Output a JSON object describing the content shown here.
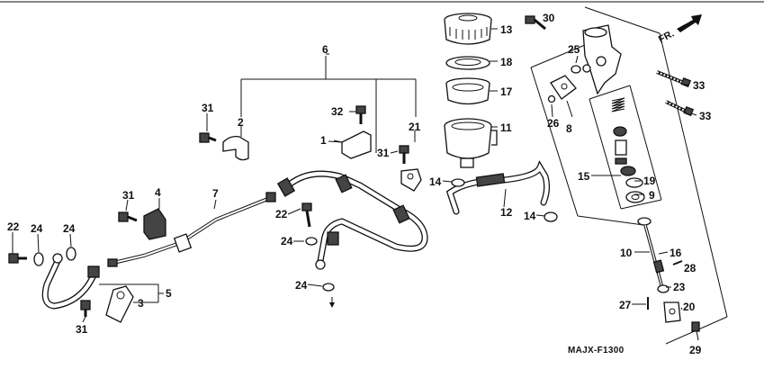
{
  "diagram": {
    "code": "MAJX-F1300",
    "direction_label": "FR.",
    "labels": [
      {
        "id": "n1",
        "text": "1"
      },
      {
        "id": "n2",
        "text": "2"
      },
      {
        "id": "n3",
        "text": "3"
      },
      {
        "id": "n4",
        "text": "4"
      },
      {
        "id": "n5",
        "text": "5"
      },
      {
        "id": "n6",
        "text": "6"
      },
      {
        "id": "n7",
        "text": "7"
      },
      {
        "id": "n8",
        "text": "8"
      },
      {
        "id": "n9",
        "text": "9"
      },
      {
        "id": "n10",
        "text": "10"
      },
      {
        "id": "n11",
        "text": "11"
      },
      {
        "id": "n12",
        "text": "12"
      },
      {
        "id": "n13",
        "text": "13"
      },
      {
        "id": "n14a",
        "text": "14"
      },
      {
        "id": "n14b",
        "text": "14"
      },
      {
        "id": "n15",
        "text": "15"
      },
      {
        "id": "n16",
        "text": "16"
      },
      {
        "id": "n17",
        "text": "17"
      },
      {
        "id": "n18",
        "text": "18"
      },
      {
        "id": "n19",
        "text": "19"
      },
      {
        "id": "n20",
        "text": "20"
      },
      {
        "id": "n21",
        "text": "21"
      },
      {
        "id": "n22a",
        "text": "22"
      },
      {
        "id": "n22b",
        "text": "22"
      },
      {
        "id": "n23",
        "text": "23"
      },
      {
        "id": "n24a",
        "text": "24"
      },
      {
        "id": "n24b",
        "text": "24"
      },
      {
        "id": "n24c",
        "text": "24"
      },
      {
        "id": "n24d",
        "text": "24"
      },
      {
        "id": "n25",
        "text": "25"
      },
      {
        "id": "n26",
        "text": "26"
      },
      {
        "id": "n27",
        "text": "27"
      },
      {
        "id": "n28",
        "text": "28"
      },
      {
        "id": "n29",
        "text": "29"
      },
      {
        "id": "n30",
        "text": "30"
      },
      {
        "id": "n31a",
        "text": "31"
      },
      {
        "id": "n31b",
        "text": "31"
      },
      {
        "id": "n31c",
        "text": "31"
      },
      {
        "id": "n31d",
        "text": "31"
      },
      {
        "id": "n32",
        "text": "32"
      },
      {
        "id": "n33a",
        "text": "33"
      },
      {
        "id": "n33b",
        "text": "33"
      }
    ]
  }
}
